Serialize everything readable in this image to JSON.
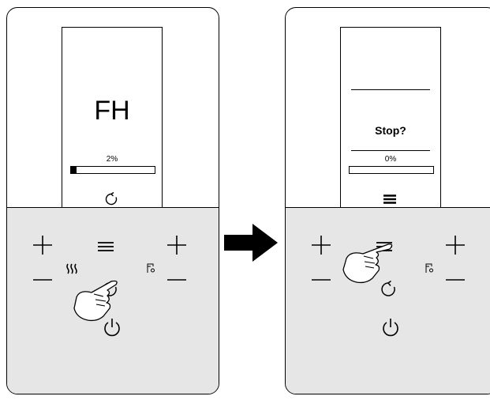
{
  "left_panel": {
    "display_text": "FH",
    "progress_label": "2%",
    "progress_fraction": 0.02
  },
  "right_panel": {
    "display_text": "Stop?",
    "progress_label": "0%",
    "progress_fraction": 0.0
  },
  "icons": {
    "plus": "plus-icon",
    "minus": "minus-icon",
    "menu": "menu-icon",
    "refresh": "refresh-icon",
    "power": "power-icon",
    "floor_heating": "floor-heating-icon",
    "water_tap": "water-tap-icon",
    "hand": "pointing-hand-icon",
    "arrow": "right-arrow-icon"
  }
}
